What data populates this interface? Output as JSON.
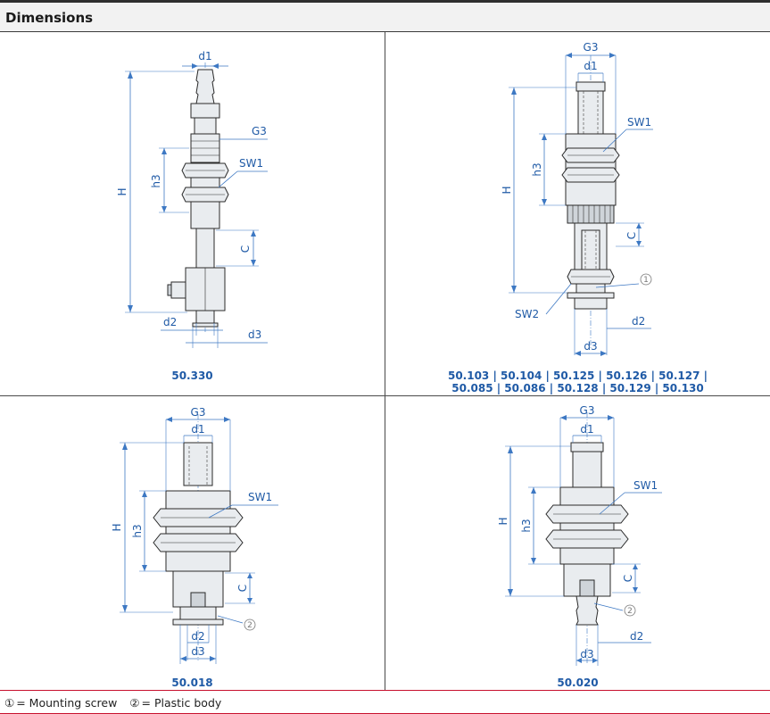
{
  "header": {
    "title": "Dimensions"
  },
  "labels": {
    "d1": "d1",
    "d2": "d2",
    "d3": "d3",
    "G3": "G3",
    "SW1": "SW1",
    "SW2": "SW2",
    "H": "H",
    "h3": "h3",
    "C": "C",
    "mark1": "1",
    "mark2": "2"
  },
  "panels": [
    {
      "caption": "50.330"
    },
    {
      "caption_line1": "50.103 | 50.104 | 50.125 | 50.126 | 50.127 |",
      "caption_line2": "50.085 | 50.086 | 50.128 | 50.129 | 50.130"
    },
    {
      "caption": "50.018"
    },
    {
      "caption": "50.020"
    }
  ],
  "footer": {
    "mark1": "①",
    "text1": "= Mounting screw",
    "mark2": "②",
    "text2": "= Plastic body"
  }
}
